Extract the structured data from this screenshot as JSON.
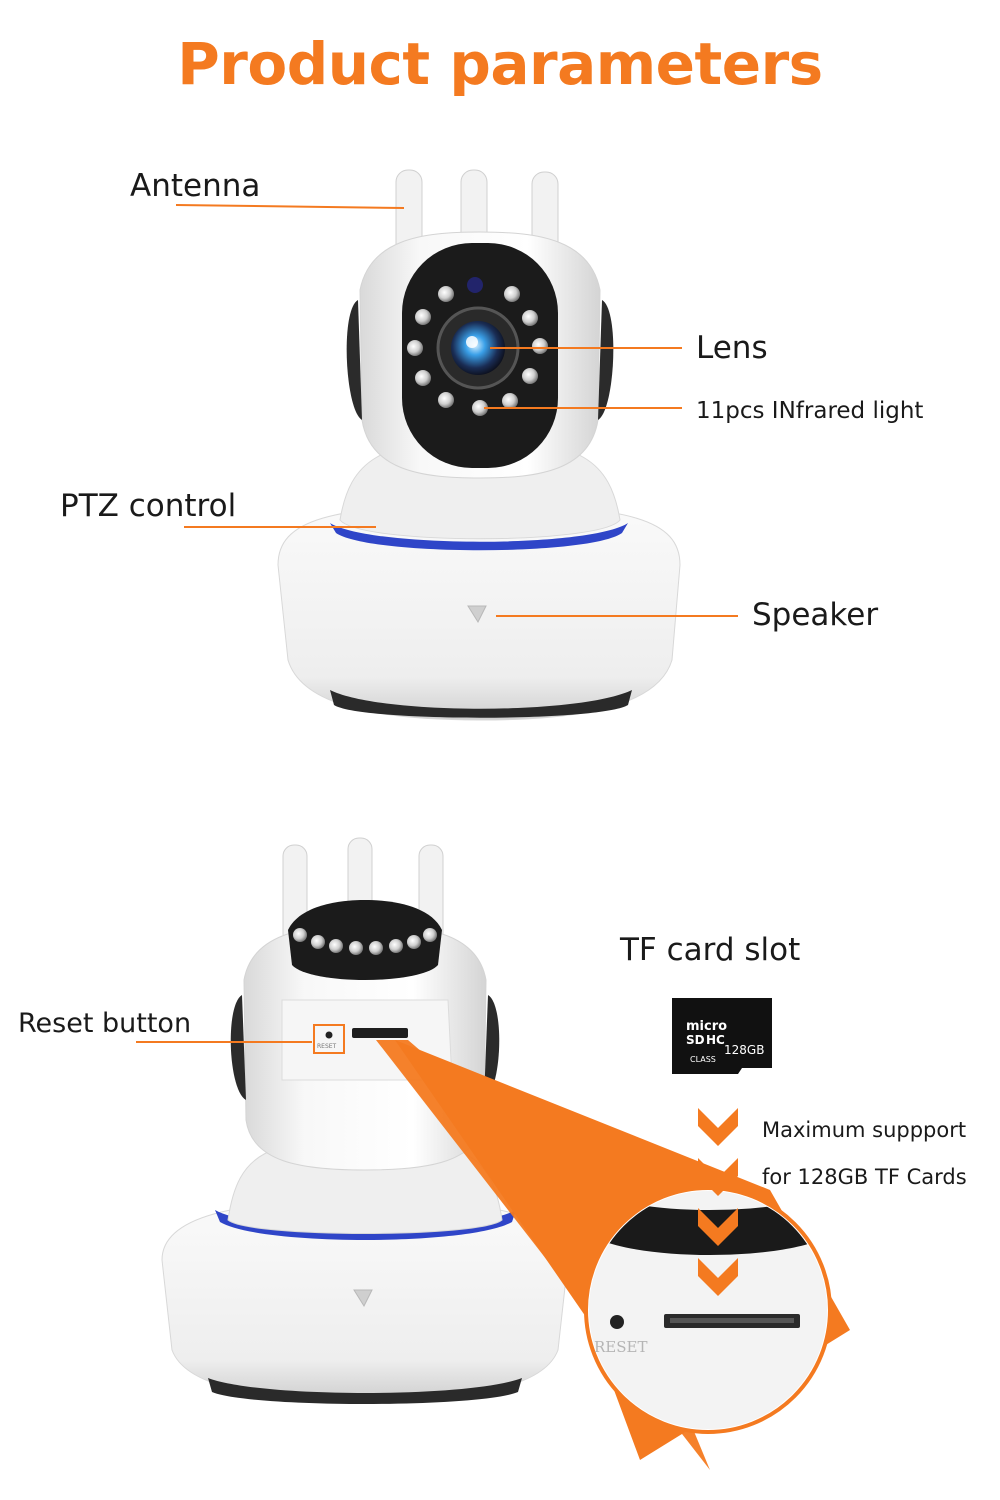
{
  "title": "Product parameters",
  "callouts": {
    "antenna": "Antenna",
    "lens": "Lens",
    "infrared": "11pcs INfrared light",
    "ptz": "PTZ control",
    "speaker": "Speaker",
    "reset": "Reset button",
    "tf_slot": "TF card slot"
  },
  "tf_card": {
    "line1": "micro",
    "line2": "SD",
    "line3": "HC",
    "capacity": "128GB",
    "class": "CLASS"
  },
  "support_note": {
    "line1": "Maximum suppport",
    "line2": "for 128GB TF Cards"
  },
  "device_marks": {
    "reset_small": "RESET",
    "reset_zoom": "RESET"
  },
  "colors": {
    "accent": "#f47a20",
    "ring_blue": "#2f45c8",
    "shell": "#f4f4f4",
    "dark_face": "#1b1b1b"
  }
}
